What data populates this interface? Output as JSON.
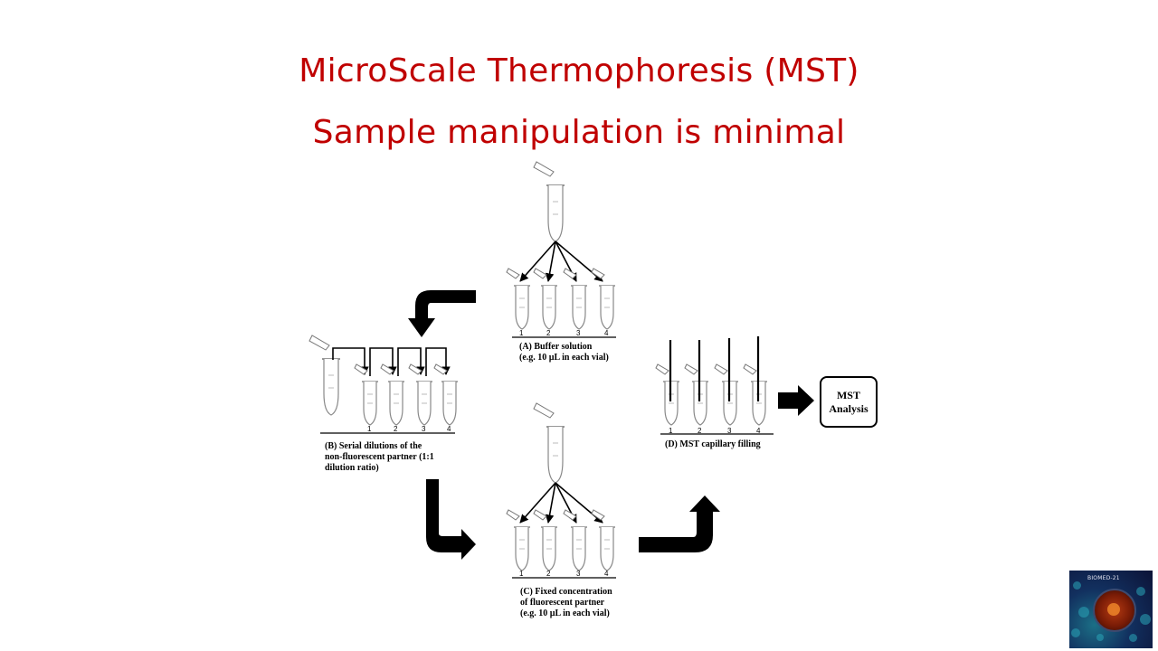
{
  "slide": {
    "title": "MicroScale Thermophoresis (MST)",
    "subtitle": "Sample manipulation is minimal"
  },
  "panels": {
    "a": {
      "lines": [
        "(A) Buffer solution",
        "(e.g. 10 µL in each vial)"
      ]
    },
    "b": {
      "lines": [
        "(B) Serial dilutions of the",
        "non-fluorescent partner (1:1",
        "dilution ratio)"
      ]
    },
    "c": {
      "lines": [
        "(C) Fixed concentration",
        "of fluorescent partner",
        "(e.g. 10 µL in each vial)"
      ]
    },
    "d": {
      "lines": [
        "(D) MST capillary filling"
      ]
    }
  },
  "vial_numbers": [
    "1",
    "2",
    "3",
    "4"
  ],
  "result_box": {
    "line1": "MST",
    "line2": "Analysis"
  },
  "logo": {
    "text": "BIOMED-21"
  },
  "colors": {
    "title": "#c00000",
    "ink": "#000000",
    "vial_outline": "#888888"
  }
}
